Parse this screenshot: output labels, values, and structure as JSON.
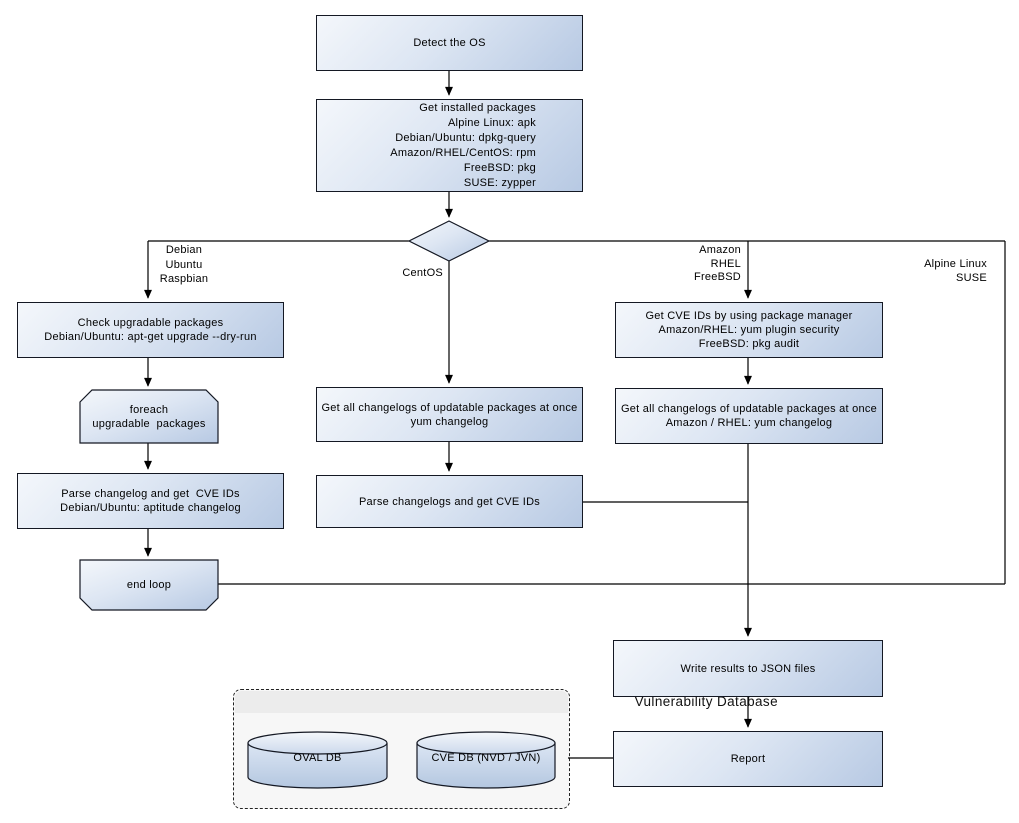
{
  "nodes": {
    "detect_os": {
      "lines": [
        "Detect the OS"
      ]
    },
    "get_installed_packages": {
      "lines": [
        "Get installed packages",
        "Alpine Linux: apk",
        "Debian/Ubuntu: dpkg-query",
        "Amazon/RHEL/CentOS: rpm",
        "FreeBSD: pkg",
        "SUSE: zypper"
      ]
    },
    "check_upgradable": {
      "lines": [
        "Check upgradable packages",
        "Debian/Ubuntu: apt-get upgrade --dry-run"
      ]
    },
    "foreach_loop": {
      "lines": [
        "foreach",
        "upgradable  packages"
      ]
    },
    "parse_changelog_deb": {
      "lines": [
        "Parse changelog and get  CVE IDs",
        "Debian/Ubuntu: aptitude changelog"
      ]
    },
    "end_loop": {
      "lines": [
        "end loop"
      ]
    },
    "get_changelogs_centos": {
      "lines": [
        "Get all changelogs of updatable packages at once",
        "yum changelog"
      ]
    },
    "parse_changelogs_centos": {
      "lines": [
        "Parse changelogs and get CVE IDs"
      ]
    },
    "get_cve_ids_pkg_mgr": {
      "lines": [
        "Get CVE IDs by using package manager",
        "Amazon/RHEL: yum plugin security",
        "FreeBSD: pkg audit"
      ]
    },
    "get_changelogs_amazon": {
      "lines": [
        "Get all changelogs of updatable packages at once",
        "Amazon / RHEL: yum changelog"
      ]
    },
    "write_results": {
      "lines": [
        "Write results to JSON files"
      ]
    },
    "report": {
      "lines": [
        "Report"
      ]
    }
  },
  "edge_labels": {
    "debian_branch": {
      "lines": [
        "Debian",
        "Ubuntu",
        "Raspbian"
      ]
    },
    "centos_branch": {
      "lines": [
        "CentOS"
      ]
    },
    "amazon_branch": {
      "lines": [
        "Amazon",
        "RHEL",
        "FreeBSD"
      ]
    },
    "alpine_branch": {
      "lines": [
        "Alpine Linux",
        "SUSE"
      ]
    }
  },
  "database": {
    "title": "Vulnerability Database",
    "cylinders": [
      {
        "label": "OVAL DB"
      },
      {
        "label": "CVE DB (NVD / JVN)"
      }
    ]
  },
  "colors": {
    "node_fill_light": "#f4f7fb",
    "node_fill_dark": "#b7c9e3",
    "node_border": "#141823",
    "connector": "#000000",
    "db_container_fill": "#f7f7f7",
    "db_header_fill": "#ececec"
  }
}
